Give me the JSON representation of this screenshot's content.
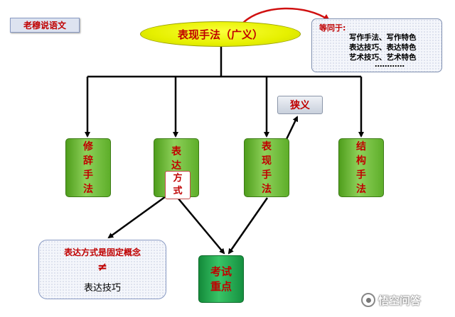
{
  "author": "老穆说语文",
  "main_concept": "表现手法（广义）",
  "equivalent": {
    "title": "等同于:",
    "lines": [
      "写作手法、写作特色",
      "表达技巧、表达特色",
      "艺术技巧、艺术特色",
      "…………"
    ]
  },
  "narrow_label": "狭义",
  "categories": [
    {
      "chars": [
        "修",
        "辞",
        "手",
        "法"
      ]
    },
    {
      "chars": [
        "表",
        "达"
      ]
    },
    {
      "chars": [
        "表",
        "现",
        "手",
        "法"
      ]
    },
    {
      "chars": [
        "结",
        "构",
        "手",
        "法"
      ]
    }
  ],
  "fangshi_chars": [
    "方",
    "式"
  ],
  "concept_box": {
    "line1": "表达方式是固定概念",
    "symbol": "≠",
    "line3": "表达技巧"
  },
  "exam_chars": [
    "考试",
    "重点"
  ],
  "watermark": "悟空问答",
  "colors": {
    "label_red": "#c00000",
    "ellipse_yellow": "#e6f000",
    "box_green": "#8ed15a",
    "exam_green": "#38c466",
    "callout_arrow": "#d01010"
  }
}
